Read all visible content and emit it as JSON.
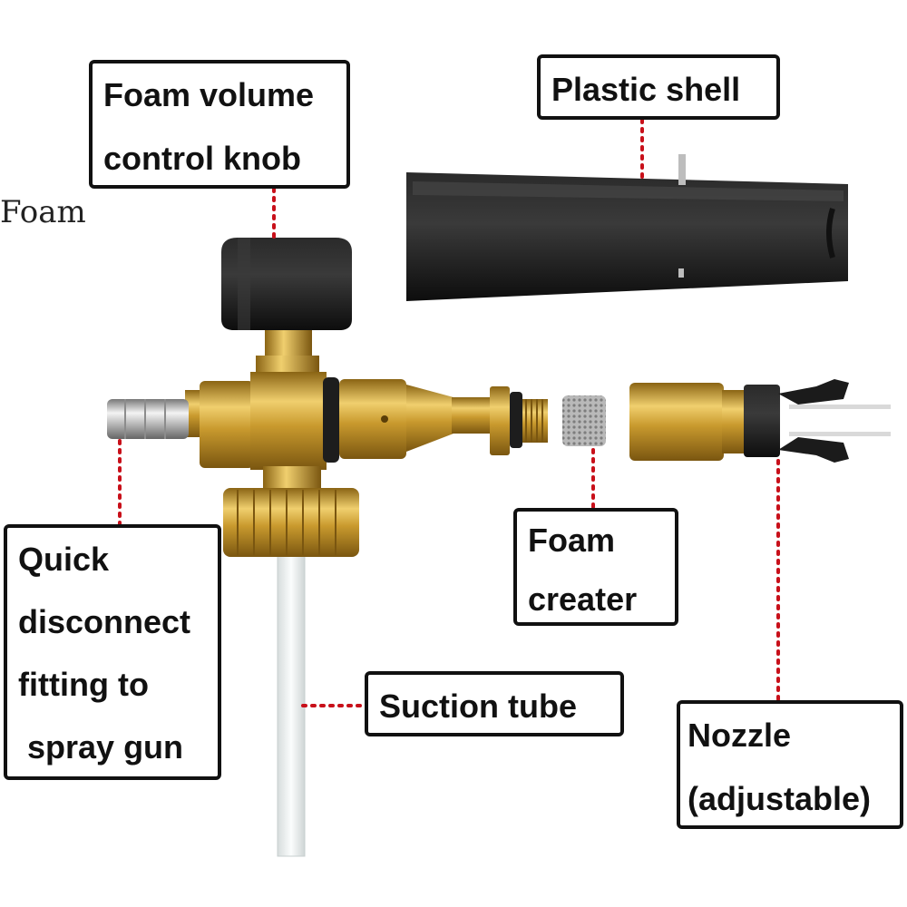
{
  "stray_text": "Foam",
  "labels": {
    "knob": [
      "Foam volume",
      "control knob"
    ],
    "shell": [
      "Plastic shell"
    ],
    "quick": [
      "Quick",
      "disconnect",
      "fitting to",
      " spray gun"
    ],
    "creater": [
      "Foam",
      "creater"
    ],
    "suction": [
      "Suction tube"
    ],
    "nozzle": [
      "Nozzle",
      "(adjustable)"
    ]
  },
  "colors": {
    "brass": "#c99a2e",
    "brass_dark": "#8a6414",
    "black_part": "#1b1b1b",
    "leader": "#c8101a",
    "tube": "#eef2f2"
  }
}
